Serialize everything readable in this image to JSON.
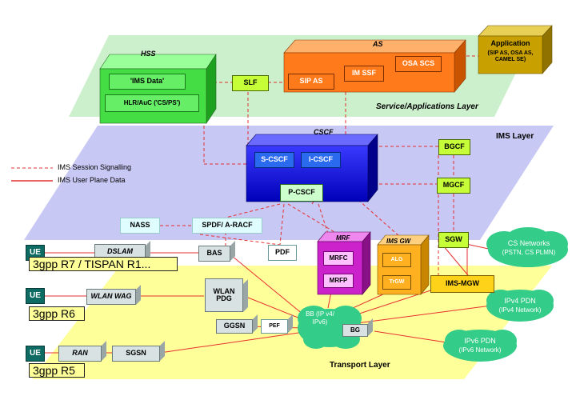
{
  "layers": {
    "service": "Service/Applications Layer",
    "ims": "IMS Layer",
    "transport": "Transport Layer"
  },
  "legend": {
    "signalling": "IMS Session Signalling",
    "user_plane": "IMS User Plane Data"
  },
  "nodes": {
    "hss": "HSS",
    "ims_data": "'IMS Data'",
    "hlr_auc": "HLR/AuC ('CS/PS')",
    "slf": "SLF",
    "as": "AS",
    "sip_as": "SIP AS",
    "im_ssf": "IM SSF",
    "osa_scs": "OSA SCS",
    "application": "Application",
    "application_sub": "(SIP AS, OSA AS, CAMEL SE)",
    "cscf": "CSCF",
    "s_cscf": "S-CSCF",
    "i_cscf": "I-CSCF",
    "p_cscf": "P-CSCF",
    "bgcf": "BGCF",
    "mgcf": "MGCF",
    "sgw": "SGW",
    "nass": "NASS",
    "spdf_racf": "SPDF/ A-RACF",
    "dslam": "DSLAM",
    "bas": "BAS",
    "pdf": "PDF",
    "mrf": "MRF",
    "mrfc": "MRFC",
    "mrfp": "MRFP",
    "ims_gw": "IMS GW",
    "alg": "ALG",
    "trgw": "TrGW",
    "ims_mgw": "IMS-MGW",
    "wlan_wag": "WLAN WAG",
    "wlan_pdg": "WLAN PDG",
    "ggsn": "GGSN",
    "pef": "PEF",
    "bb": "BB (IP v4/ IPv6)",
    "bg": "BG",
    "ran": "RAN",
    "sgsn": "SGSN",
    "ue1": "UE",
    "ue2": "UE",
    "ue3": "UE",
    "cs_networks": "CS Networks",
    "cs_networks_sub": "(PSTN, CS PLMN)",
    "ipv4_pdn": "IPv4 PDN",
    "ipv4_pdn_sub": "(IPv4 Network)",
    "ipv6_pdn": "IPv6 PDN",
    "ipv6_pdn_sub": "(IPv6 Network)"
  },
  "tags": {
    "r7": "3gpp R7 / TISPAN R1...",
    "r6": "3gpp R6",
    "r5": "3gpp R5"
  },
  "colors": {
    "service_layer": "#ccf0cc",
    "ims_layer": "#c8c8f4",
    "transport_layer": "#ffff99",
    "hss": "#44dd44",
    "as": "#ff7a1a",
    "application": "#c8a000",
    "cscf": "#1010dd",
    "mrf": "#cc22cc",
    "ims_gw": "#ffb020",
    "cloud": "#33cc88",
    "ue": "#0e6b64",
    "signalling_line": "#e53030"
  }
}
